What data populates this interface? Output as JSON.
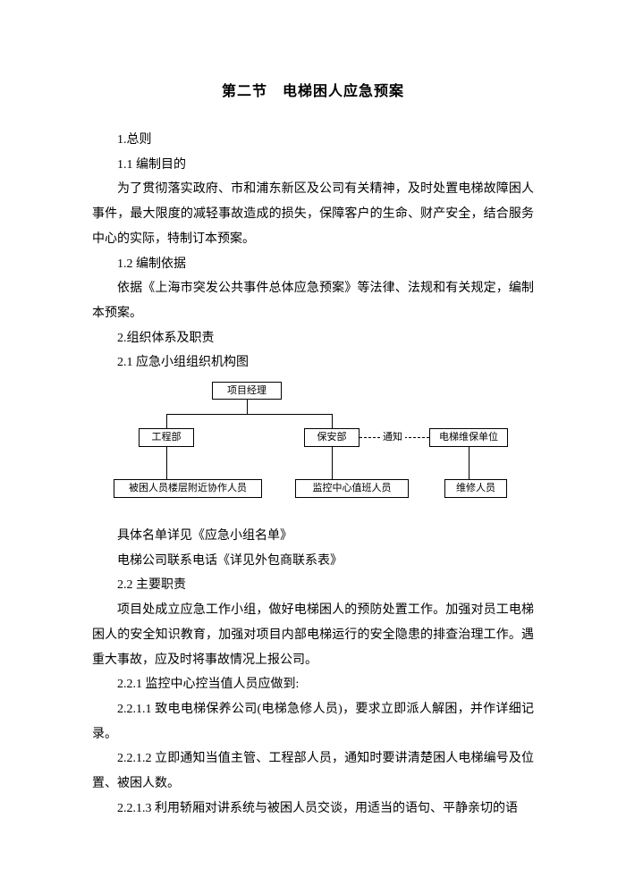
{
  "document": {
    "title": "第二节　电梯困人应急预案",
    "paragraphs": [
      "1.总则",
      "1.1 编制目的",
      "为了贯彻落实政府、市和浦东新区及公司有关精神，及时处置电梯故障困人事件，最大限度的减轻事故造成的损失，保障客户的生命、财产安全，结合服务中心的实际，特制订本预案。",
      "1.2 编制依据",
      "依据《上海市突发公共事件总体应急预案》等法律、法规和有关规定，编制本预案。",
      "2.组织体系及职责",
      "2.1 应急小组组织机构图",
      "具体名单详见《应急小组名单》",
      "电梯公司联系电话《详见外包商联系表》",
      "2.2 主要职责",
      "项目处成立应急工作小组，做好电梯困人的预防处置工作。加强对员工电梯困人的安全知识教育，加强对项目内部电梯运行的安全隐患的排查治理工作。遇重大事故，应及时将事故情况上报公司。",
      "2.2.1 监控中心控当值人员应做到:",
      "2.2.1.1 致电电梯保养公司(电梯急修人员)，要求立即派人解困，并作详细记录。",
      "2.2.1.2 立即通知当值主管、工程部人员，通知时要讲清楚困人电梯编号及位置、被困人数。",
      "2.2.1.3 利用轿厢对讲系统与被困人员交谈，用适当的语句、平静亲切的语"
    ],
    "org_chart": {
      "root": "项目经理",
      "level2": [
        "工程部",
        "保安部",
        "电梯维保单位"
      ],
      "notify_label": "通知",
      "level3": [
        "被困人员楼层附近协作人员",
        "监控中心值班人员",
        "维修人员"
      ]
    }
  }
}
